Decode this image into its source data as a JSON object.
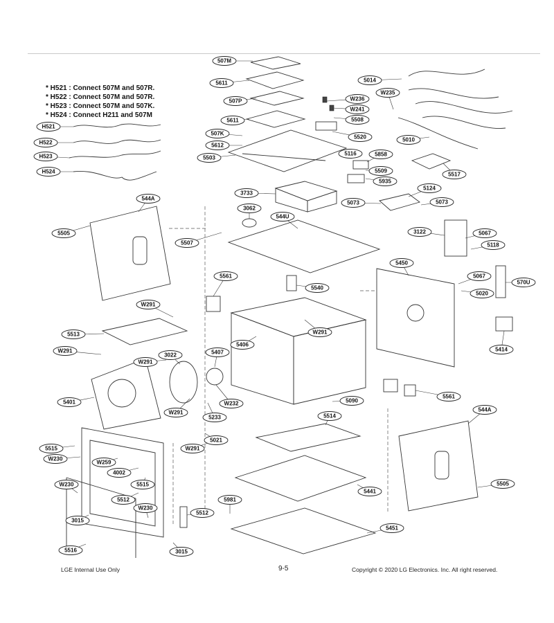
{
  "notes": [
    "* H521 : Connect 507M and 507R.",
    "* H522 : Connect 507M and 507R.",
    "* H523 : Connect 507M and 507K.",
    "* H524 : Connect H211 and 507M"
  ],
  "callouts": {
    "c507M": "507M",
    "c5611a": "5611",
    "c507P": "507P",
    "c5611b": "5611",
    "c507K": "507K",
    "c5612": "5612",
    "c5503": "5503",
    "c5014": "5014",
    "cW235": "W235",
    "cW236": "W236",
    "cW241": "W241",
    "c5508": "5508",
    "c5520": "5520",
    "c5010": "5010",
    "c5116": "5116",
    "c5858": "5858",
    "c5509": "5509",
    "c5517": "5517",
    "c5935": "5935",
    "cH521": "H521",
    "cH522": "H522",
    "cH523": "H523",
    "cH524": "H524",
    "c3733": "3733",
    "c5124": "5124",
    "c5073a": "5073",
    "c5073b": "5073",
    "c544Aa": "544A",
    "c3062": "3062",
    "c544U": "544U",
    "c5505a": "5505",
    "c3122": "3122",
    "c5067a": "5067",
    "c5118": "5118",
    "c5507": "5507",
    "c5450": "5450",
    "c5067b": "5067",
    "c570U": "570U",
    "c5561a": "5561",
    "c5540": "5540",
    "c5020": "5020",
    "cW291a": "W291",
    "cW291b": "W291",
    "c5513": "5513",
    "c5406": "5406",
    "c5414": "5414",
    "cW291c": "W291",
    "c3022": "3022",
    "c5407": "5407",
    "cW291d": "W291",
    "c5401": "5401",
    "cW232": "W232",
    "cW291e": "W291",
    "c5090": "5090",
    "c5561b": "5561",
    "c5233": "5233",
    "c5514": "5514",
    "c544Ab": "544A",
    "c5515a": "5515",
    "c5021": "5021",
    "cW230a": "W230",
    "cW259": "W259",
    "cW291f": "W291",
    "c4002": "4002",
    "c5515b": "5515",
    "c5441": "5441",
    "c5505b": "5505",
    "cW230b": "W230",
    "c5512a": "5512",
    "c5981": "5981",
    "cW230c": "W230",
    "c5512b": "5512",
    "c3015a": "3015",
    "c5451": "5451",
    "c5516": "5516",
    "c3015b": "3015"
  },
  "footer": {
    "left": "LGE Internal Use Only",
    "center": "9-5",
    "right": "Copyright © 2020 LG Electronics. Inc. All right reserved."
  }
}
